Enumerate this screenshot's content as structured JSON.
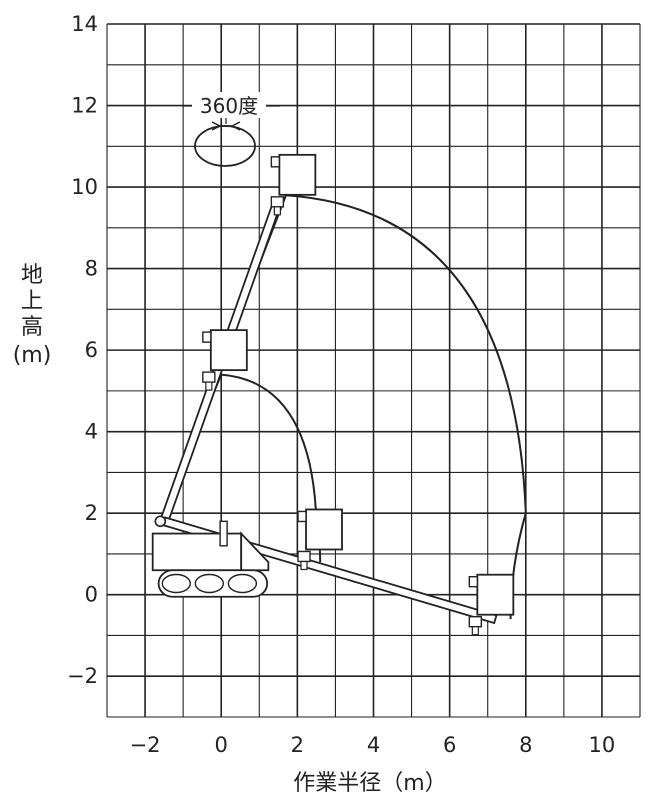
{
  "chart_data": {
    "type": "diagram",
    "title": "",
    "xlabel": "作業半径（m）",
    "ylabel_chars": [
      "地",
      "上",
      "高",
      "(m)"
    ],
    "xlim": [
      -3,
      11
    ],
    "ylim": [
      -3,
      14
    ],
    "x_ticks": [
      -2,
      0,
      2,
      4,
      6,
      8,
      10
    ],
    "y_ticks": [
      -2,
      0,
      2,
      4,
      6,
      8,
      10,
      12,
      14
    ],
    "grid": true,
    "grid_step": 1,
    "rotation_label": "360度",
    "outer_envelope": {
      "center": [
        -1.6,
        1.8
      ],
      "points": [
        [
          1.7,
          9.8
        ],
        [
          8.0,
          2.0
        ],
        [
          7.6,
          -0.6
        ]
      ]
    },
    "inner_envelope": {
      "center": [
        -1.6,
        1.8
      ],
      "points": [
        [
          0.0,
          5.4
        ],
        [
          2.5,
          1.8
        ],
        [
          2.6,
          0.8
        ]
      ]
    },
    "booms": [
      {
        "name": "",
        "from": [
          -1.5,
          1.8
        ],
        "to": [
          1.5,
          9.7
        ]
      },
      {
        "name": "",
        "from": [
          -1.5,
          1.8
        ],
        "to": [
          7.2,
          -0.6
        ]
      }
    ],
    "platforms": [
      {
        "x": 2.0,
        "y": 10.3
      },
      {
        "x": 0.2,
        "y": 6.0
      },
      {
        "x": 2.7,
        "y": 1.6
      },
      {
        "x": 7.2,
        "y": 0.0
      }
    ]
  }
}
